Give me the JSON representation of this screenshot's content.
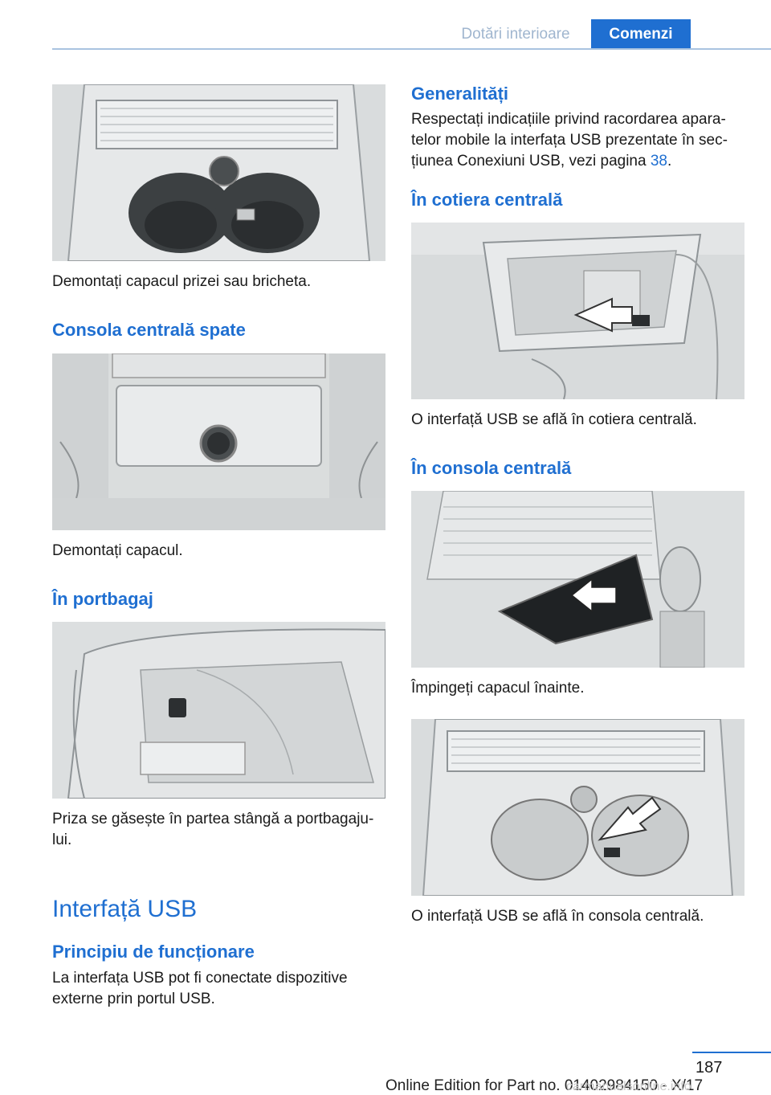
{
  "header": {
    "section_tab": "Dotări interioare",
    "chapter_tab": "Comenzi"
  },
  "left": {
    "cap1": "Demontați capacul prizei sau bricheta.",
    "h_rear": "Consola centrală spate",
    "cap2": "Demontați capacul.",
    "h_trunk": "În portbagaj",
    "cap3a": "Priza se găsește în partea stângă a portbagaju‐",
    "cap3b": "lui.",
    "h_usb": "Interfață USB",
    "h_principle": "Principiu de funcționare",
    "principle_a": "La interfața USB pot fi conectate dispozitive",
    "principle_b": "externe prin portul USB."
  },
  "right": {
    "h_general": "Generalități",
    "general_a": "Respectați indicațiile privind racordarea apara‐",
    "general_b": "telor mobile la interfața USB prezentate în sec‐",
    "general_c1": "țiunea Conexiuni USB, vezi pagina ",
    "general_link": "38",
    "general_c2": ".",
    "h_armrest": "În cotiera centrală",
    "cap_armrest": "O interfață USB se află în cotiera centrală.",
    "h_console": "În consola centrală",
    "cap_push": "Împingeți capacul înainte.",
    "cap_console": "O interfață USB se află în consola centrală."
  },
  "footer": {
    "page_number": "187",
    "edition": "Online Edition for Part no. 01402984150 - X/17",
    "watermark": "carmanualsonline.info"
  }
}
